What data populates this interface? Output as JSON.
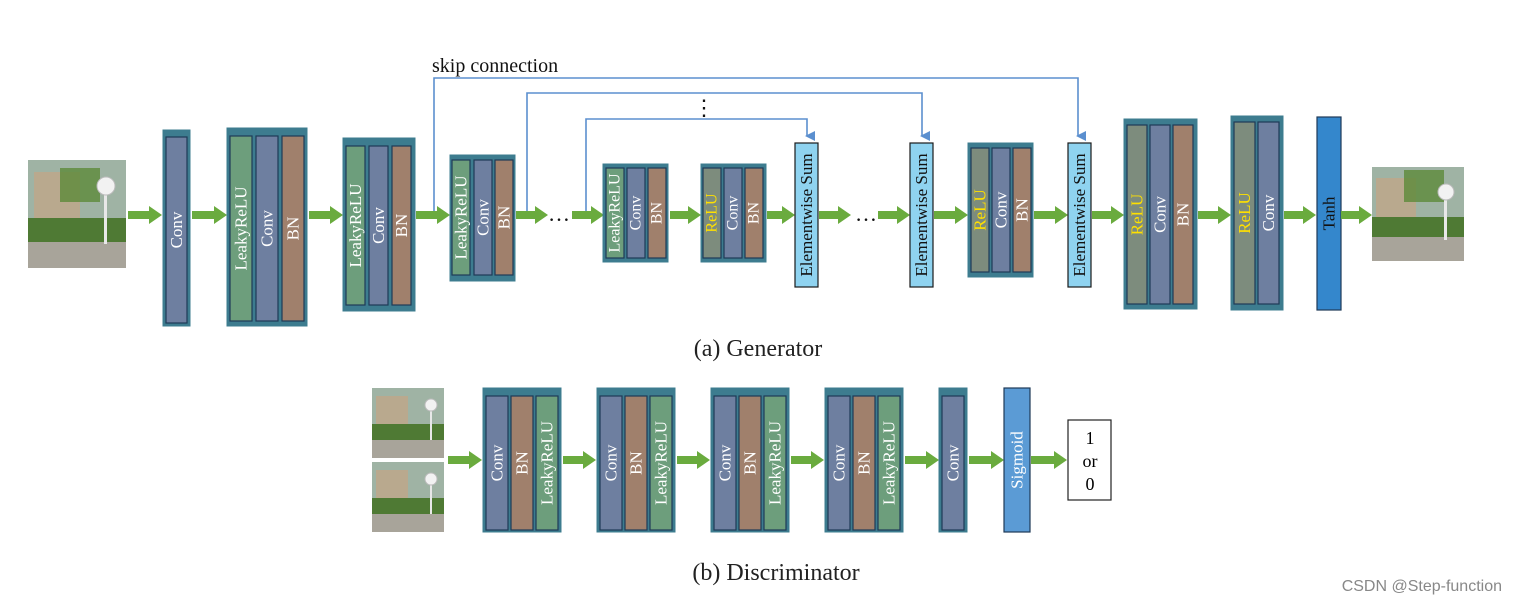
{
  "colors": {
    "group_border": "#3d7c8f",
    "block_border": "#1f3a57",
    "leaky_relu": "#6d9e7c",
    "conv": "#6e7fa0",
    "bn": "#a0806c",
    "relu": "#7d8c7d",
    "relu_text": "#ffe000",
    "elementwise": "#8fd3f0",
    "tanh": "#3487cc",
    "sigmoid": "#5b9bd5",
    "arrow": "#6aab3e",
    "skip_line": "#5b8fcf",
    "label_text": "#ffffff"
  },
  "labels": {
    "conv": "Conv",
    "leaky_relu": "LeakyReLU",
    "bn": "BN",
    "relu": "ReLU",
    "elementwise_sum": "Elementwise Sum",
    "tanh": "Tanh",
    "sigmoid": "Sigmoid"
  },
  "generator": {
    "caption": "(a) Generator",
    "skip_label": "skip connection",
    "ellipsis": "…",
    "vertical_ellipsis": "⋮"
  },
  "discriminator": {
    "caption": "(b) Discriminator",
    "output_lines": [
      "1",
      "or",
      "0"
    ]
  },
  "watermark": "CSDN @Step-function"
}
